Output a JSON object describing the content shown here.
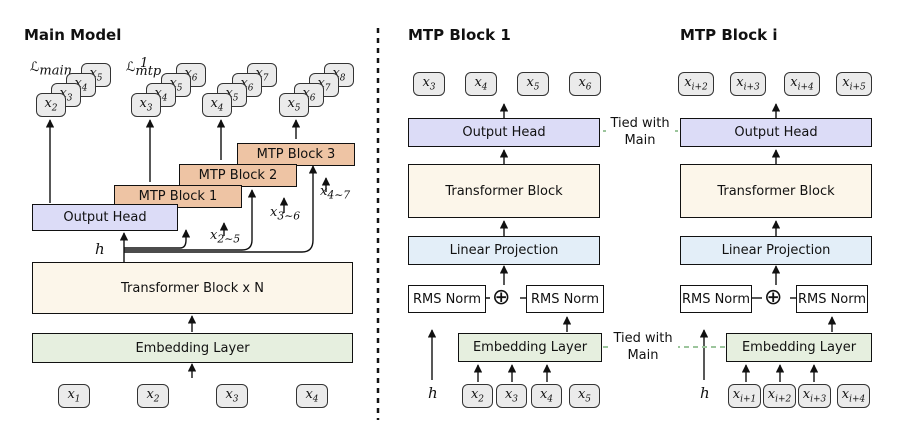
{
  "headings": {
    "main_model": "Main Model",
    "mtp_block_1": "MTP Block 1",
    "mtp_block_i": "MTP Block i"
  },
  "main": {
    "output_head": "Output Head",
    "mtp_blocks": [
      "MTP Block 1",
      "MTP Block 2",
      "MTP Block 3"
    ],
    "transformer": "Transformer Block x N",
    "embedding": "Embedding Layer",
    "hidden_label": "h",
    "inputs": [
      "x",
      "x",
      "x",
      "x"
    ],
    "input_subs": [
      "1",
      "2",
      "3",
      "4"
    ],
    "loss_main": {
      "symbol": "ℒ",
      "sub": "main"
    },
    "loss_mtp": {
      "symbol": "ℒ",
      "sub": "mtp",
      "sup": "1"
    },
    "range_labels": [
      {
        "base": "x",
        "sub": "2∼5"
      },
      {
        "base": "x",
        "sub": "3∼6"
      },
      {
        "base": "x",
        "sub": "4∼7"
      }
    ],
    "stacks": [
      [
        "2",
        "3",
        "4",
        "5"
      ],
      [
        "3",
        "4",
        "5",
        "6"
      ],
      [
        "4",
        "5",
        "6",
        "7"
      ],
      [
        "5",
        "6",
        "7",
        "8"
      ]
    ]
  },
  "mtp1": {
    "outputs": [
      "3",
      "4",
      "5",
      "6"
    ],
    "output_head": "Output Head",
    "transformer": "Transformer Block",
    "linear": "Linear Projection",
    "rms_left": "RMS Norm",
    "rms_right": "RMS Norm",
    "plus": "⊕",
    "embedding": "Embedding Layer",
    "hidden_label": "h",
    "inputs": [
      "2",
      "3",
      "4",
      "5"
    ]
  },
  "mtpi": {
    "outputs": [
      "i+2",
      "i+3",
      "i+4",
      "i+5"
    ],
    "output_head": "Output Head",
    "transformer": "Transformer Block",
    "linear": "Linear Projection",
    "rms_left": "RMS Norm",
    "rms_right": "RMS Norm",
    "plus": "⊕",
    "embedding": "Embedding Layer",
    "hidden_label": "h",
    "inputs": [
      "i+1",
      "i+2",
      "i+3",
      "i+4"
    ]
  },
  "tied": {
    "top": "Tied with\nMain",
    "bottom": "Tied with\nMain"
  },
  "colors": {
    "output_head": "#dcdcf7",
    "transformer": "#fcf6ea",
    "linear": "#e3eef8",
    "embedding": "#e6efdf",
    "mtp_block": "#eec4a4",
    "token": "#ebebeb",
    "tied_dash": "#9cc59c"
  }
}
